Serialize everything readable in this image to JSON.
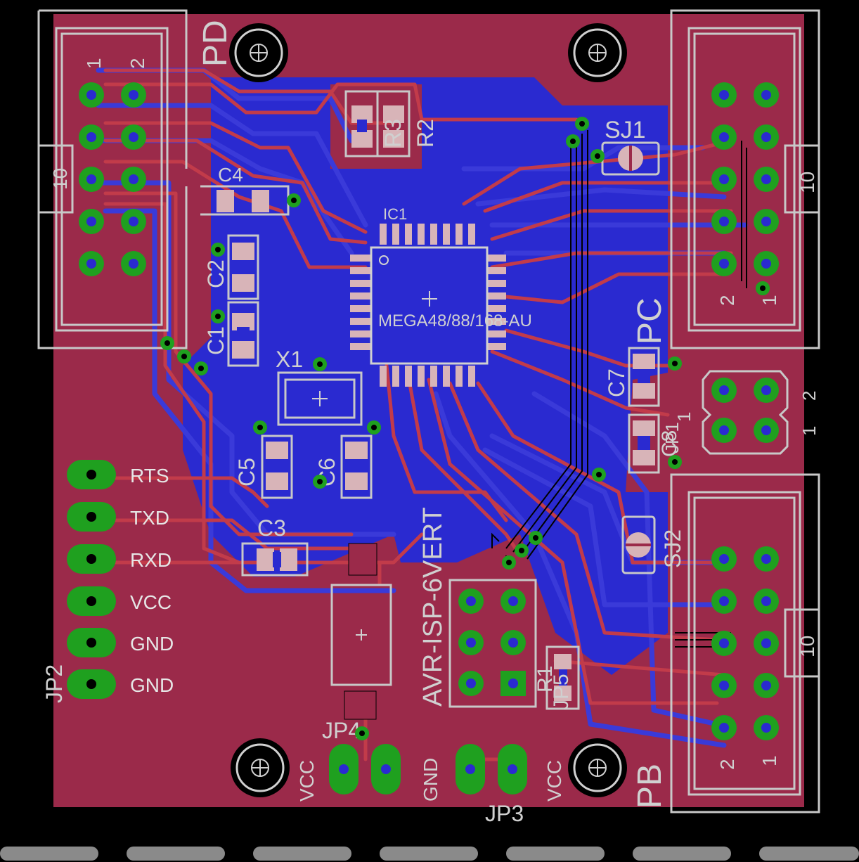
{
  "colors": {
    "background": "#000000",
    "board_copper_top": "#9b2a4a",
    "ground_pour_bottom": "#2a2ad0",
    "trace_top": "#c23b4a",
    "trace_bottom": "#3a3ad9",
    "silkscreen": "#c8c8c8",
    "via_ring": "#1fa01f",
    "smd_pad": "#d8b4b8"
  },
  "headers": {
    "pd_label": "PD",
    "pc_label": "PC",
    "pb_label": "PB",
    "pin_1": "1",
    "pin_2": "2",
    "pin_10": "10"
  },
  "components": {
    "ic1_ref": "IC1",
    "ic1_value": "MEGA48/88/168-AU",
    "x1": "X1",
    "c1": "C1",
    "c2": "C2",
    "c3": "C3",
    "c4": "C4",
    "c5": "C5",
    "c6": "C6",
    "c7": "C7",
    "c8": "C8",
    "r1": "R1",
    "r2": "R2",
    "r3": "R3",
    "sj1": "SJ1",
    "sj2": "SJ2",
    "jp1": "JP1",
    "jp2": "JP2",
    "jp3": "JP3",
    "jp4": "JP4",
    "jp5": "JP5",
    "isp": "AVR-ISP-6VERT"
  },
  "serial_header": {
    "pins": [
      "RTS",
      "TXD",
      "RXD",
      "VCC",
      "GND",
      "GND"
    ]
  },
  "power_jumpers": {
    "jp4_label": "VCC",
    "jp3_left_label": "GND",
    "jp3_right_label": "VCC"
  }
}
